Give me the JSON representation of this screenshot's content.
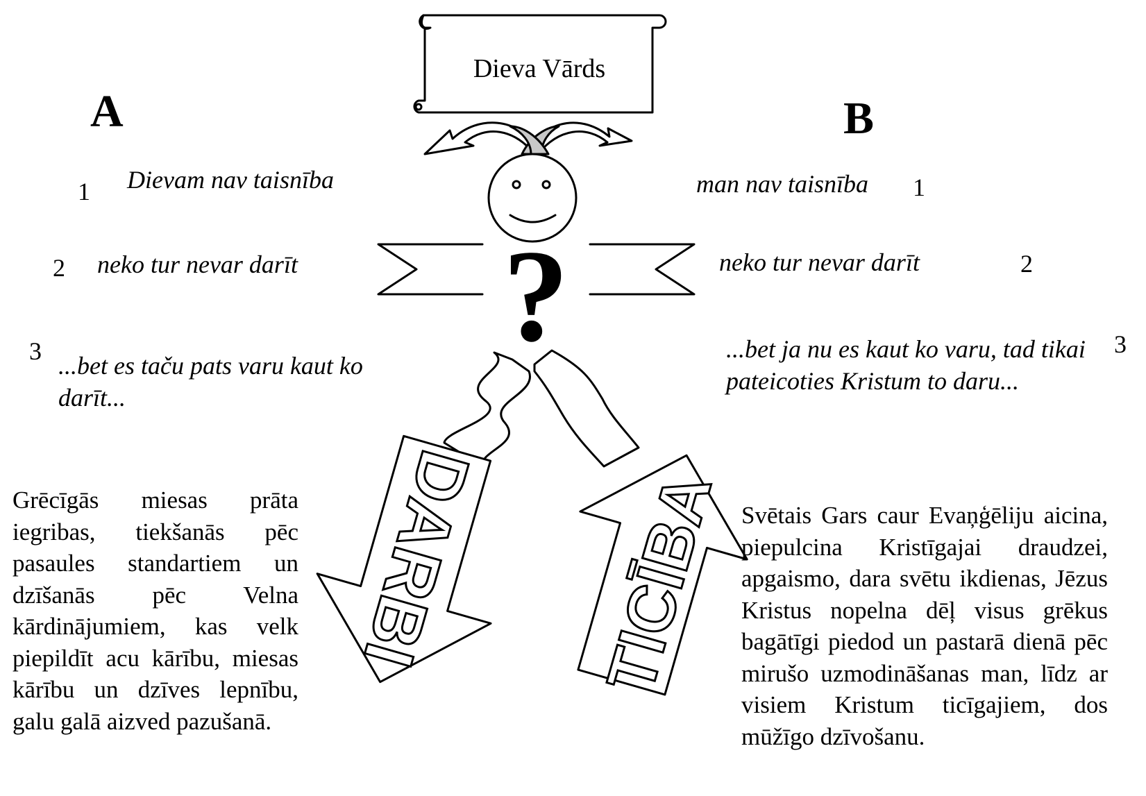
{
  "scroll": {
    "title": "Dieva Vārds"
  },
  "column_a": {
    "letter": "A",
    "items": [
      {
        "number": "1",
        "text": "Dievam nav taisnība"
      },
      {
        "number": "2",
        "text": "neko tur nevar darīt"
      },
      {
        "number": "3",
        "text": "...bet es taču  pats varu kaut ko darīt..."
      }
    ],
    "paragraph": "Grēcīgās miesas prāta iegribas, tiekšanās pēc pasaules standartiem un dzīšanās pēc Velna kārdinājumiem, kas velk piepildīt acu kārību, miesas kārību un dzīves lepnību, galu galā aizved pazušanā."
  },
  "column_b": {
    "letter": "B",
    "items": [
      {
        "number": "1",
        "text": "man nav taisnība"
      },
      {
        "number": "2",
        "text": "neko tur nevar darīt"
      },
      {
        "number": "3",
        "text": "...bet ja nu es kaut ko varu, tad tikai pateicoties Kristum to daru..."
      }
    ],
    "paragraph": "Svētais Gars caur Evaņģēliju aicina, piepulcina Kristīgajai draudzei, apgaismo, dara svētu ikdienas, Jēzus Kristus nopelna dēļ visus grēkus bagātīgi piedod un pastarā dienā pēc mirušo uzmodināšanas man, līdz ar visiem Kristum ticīgajiem, dos mūžīgo dzīvošanu."
  },
  "center": {
    "question_mark": "?",
    "arrow_down_label": "DARBI",
    "arrow_up_label": "TICĪBA"
  }
}
